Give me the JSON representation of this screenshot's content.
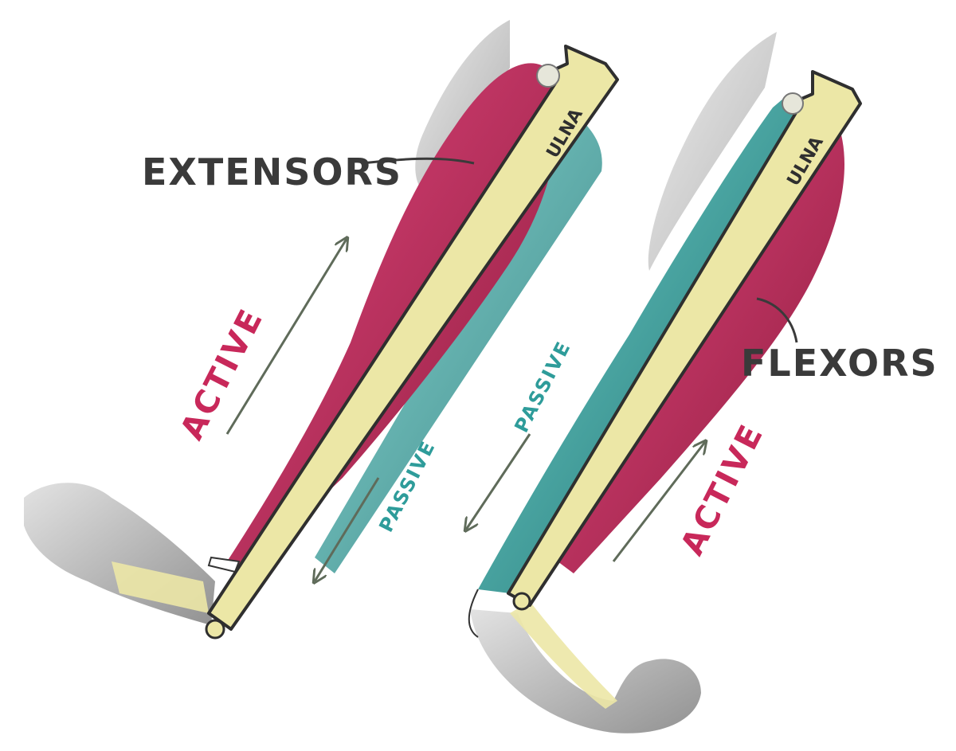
{
  "left_figure": {
    "bone_label": "ULNA",
    "muscle_label": "EXTENSORS",
    "active_label": "ACTIVE",
    "passive_label": "PASSIVE"
  },
  "right_figure": {
    "bone_label": "ULNA",
    "muscle_label": "FLEXORS",
    "active_label": "ACTIVE",
    "passive_label": "PASSIVE"
  },
  "colors": {
    "active": "#c8285a",
    "passive": "#2e9c9a",
    "bone": "#ece7a6",
    "ink": "#3a3a3a",
    "pencil": "#9a9a9a"
  }
}
